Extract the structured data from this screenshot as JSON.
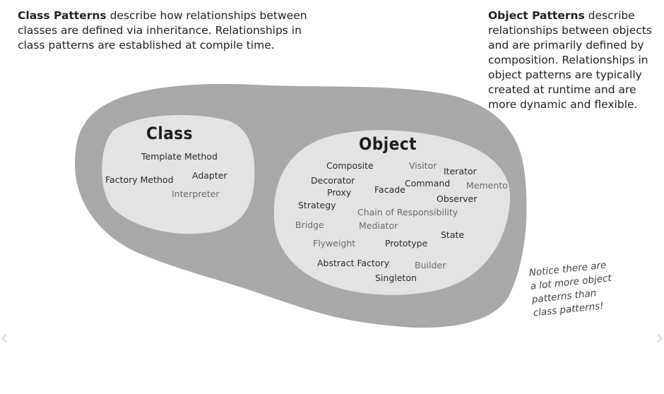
{
  "class_description": {
    "lead": "Class Patterns",
    "text": " describe how relationships between classes are defined via inheritance. Relationships in class patterns are established at compile time."
  },
  "object_description": {
    "lead": "Object Patterns",
    "text": " describe relationships between objects and are primarily defined by composition. Relationships in object patterns are typically created at runtime and are more dynamic and flexible."
  },
  "class_group": {
    "title": "Class",
    "patterns": [
      "Template Method",
      "Factory Method",
      "Adapter",
      "Interpreter"
    ]
  },
  "object_group": {
    "title": "Object",
    "patterns": [
      "Composite",
      "Visitor",
      "Iterator",
      "Decorator",
      "Command",
      "Memento",
      "Proxy",
      "Facade",
      "Observer",
      "Strategy",
      "Chain of Responsibility",
      "Bridge",
      "Mediator",
      "State",
      "Flyweight",
      "Prototype",
      "Abstract Factory",
      "Builder",
      "Singleton"
    ]
  },
  "note": {
    "lines": [
      "Notice there are",
      "a lot more object",
      "patterns than",
      "class patterns!"
    ]
  },
  "nav": {
    "prev_glyph": "‹",
    "next_glyph": "›"
  },
  "colors": {
    "outer_blob": "#a8a8a8",
    "inner_blob": "#e3e3e3",
    "text_dark": "#2a2a2a",
    "text_light": "#6b6b6b"
  }
}
